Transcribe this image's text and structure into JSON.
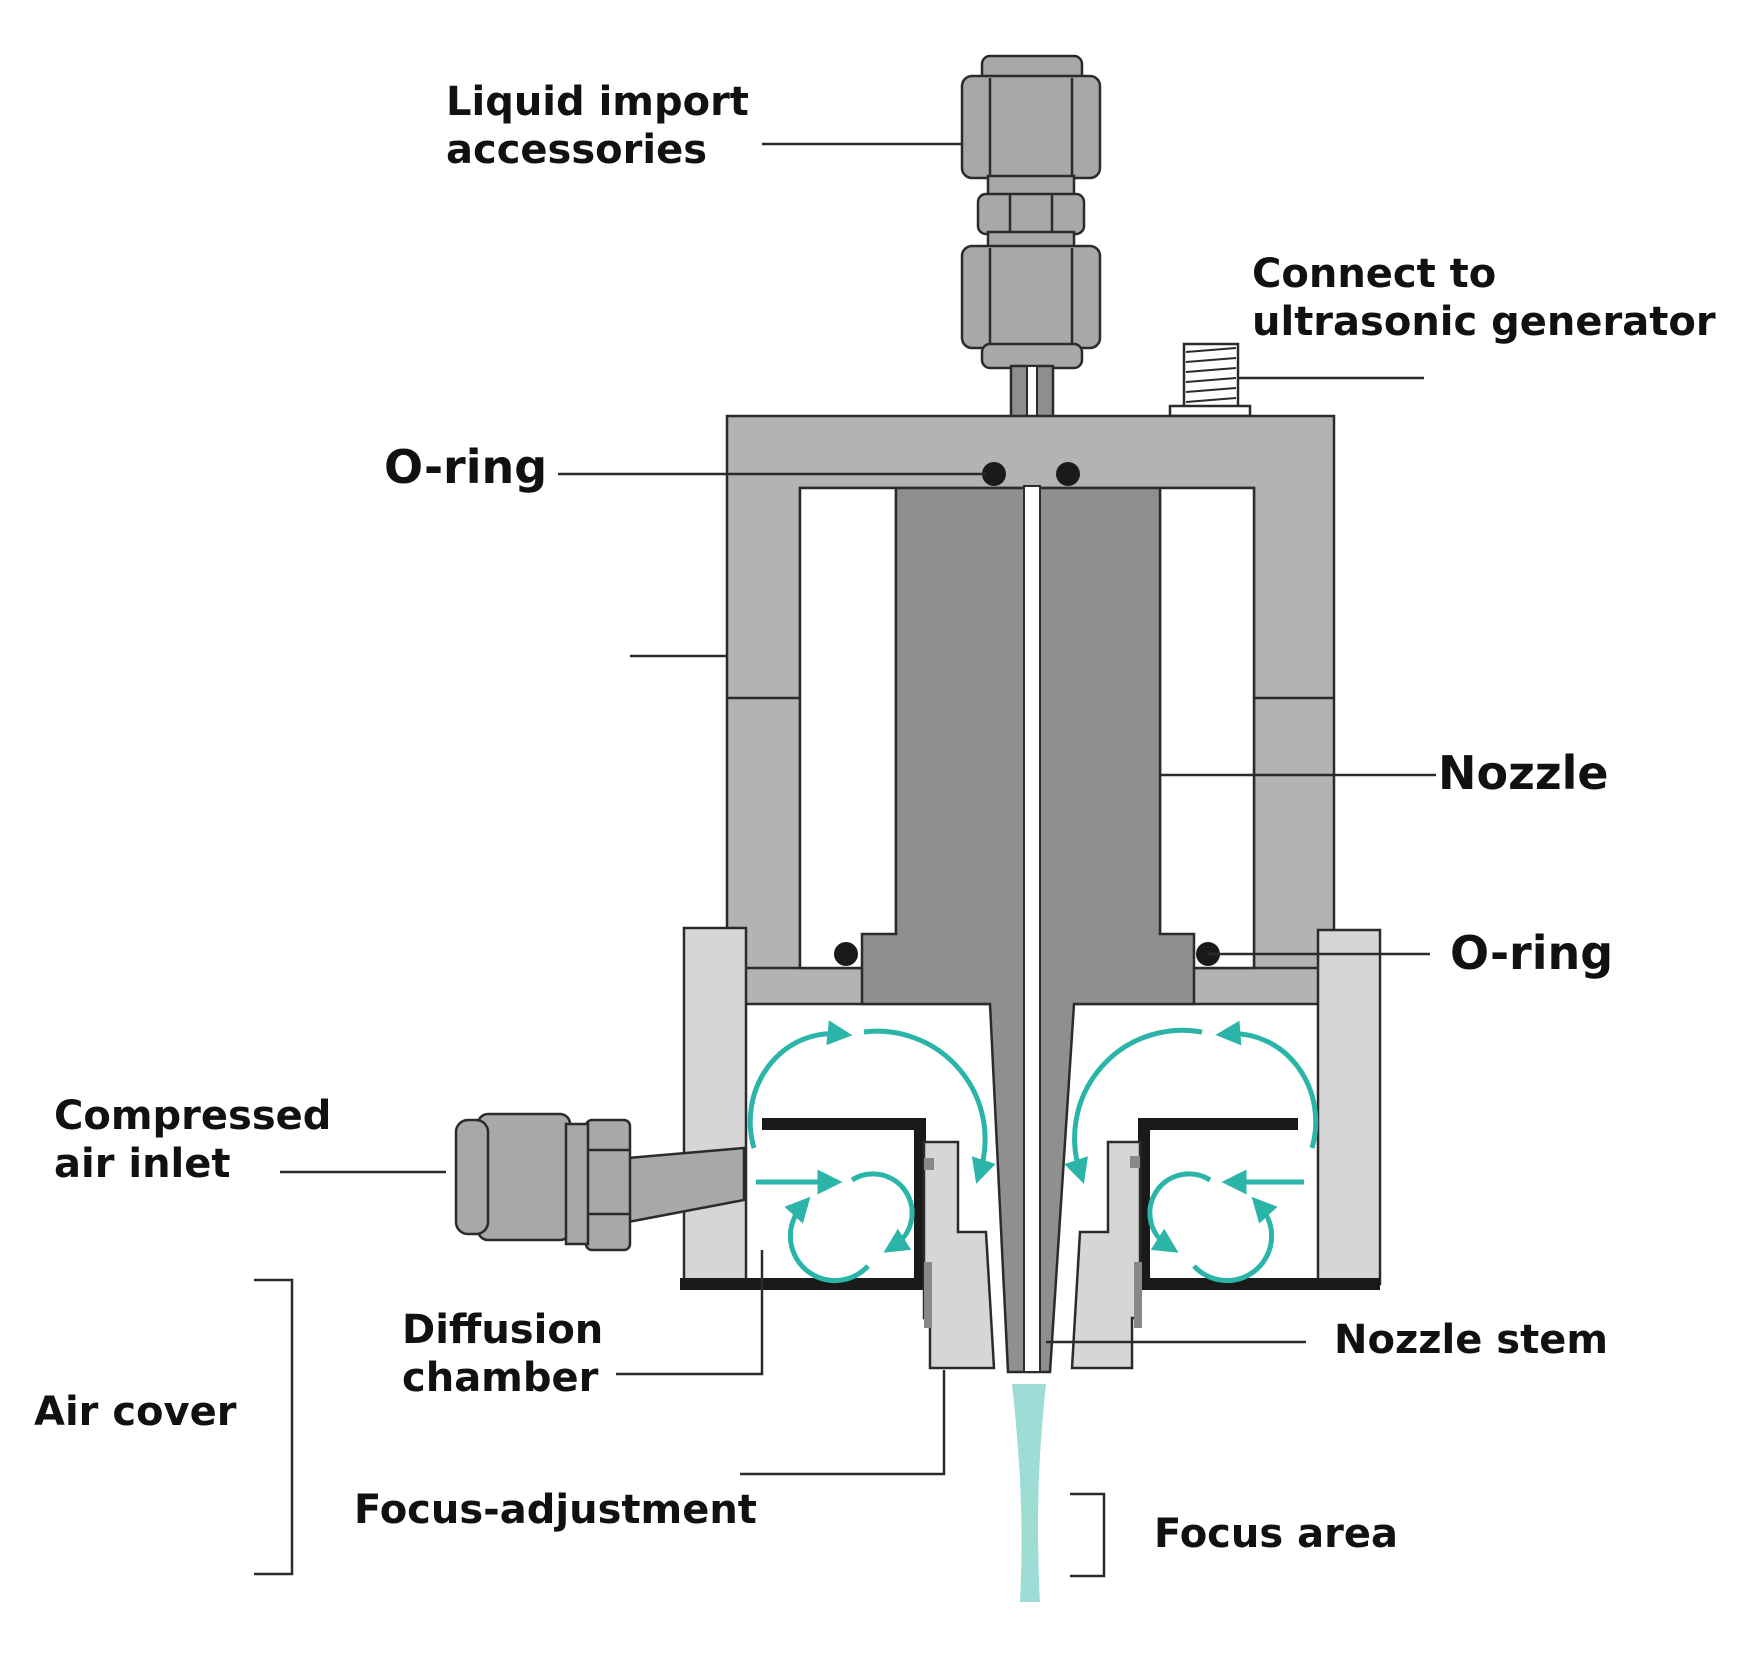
{
  "labels": {
    "liquid_import": [
      "Liquid import",
      "accessories"
    ],
    "connect_generator": [
      "Connect to",
      "ultrasonic generator"
    ],
    "o_ring_top": "O-ring",
    "nozzle": "Nozzle",
    "o_ring_right": "O-ring",
    "compressed_air": [
      "Compressed",
      "air inlet"
    ],
    "diffusion_chamber": [
      "Diffusion",
      "chamber"
    ],
    "nozzle_stem": "Nozzle stem",
    "air_cover": "Air cover",
    "focus_adjustment": "Focus-adjustment",
    "focus_area": "Focus area"
  },
  "colors": {
    "body_light": "#b3b3b3",
    "nozzle_dark": "#8f8f8f",
    "cover_light": "#d6d6d6",
    "fitting": "#a8a8a8",
    "outline": "#2b2b2b",
    "airflow": "#2bb5a8",
    "spray": "#9edcd6"
  }
}
